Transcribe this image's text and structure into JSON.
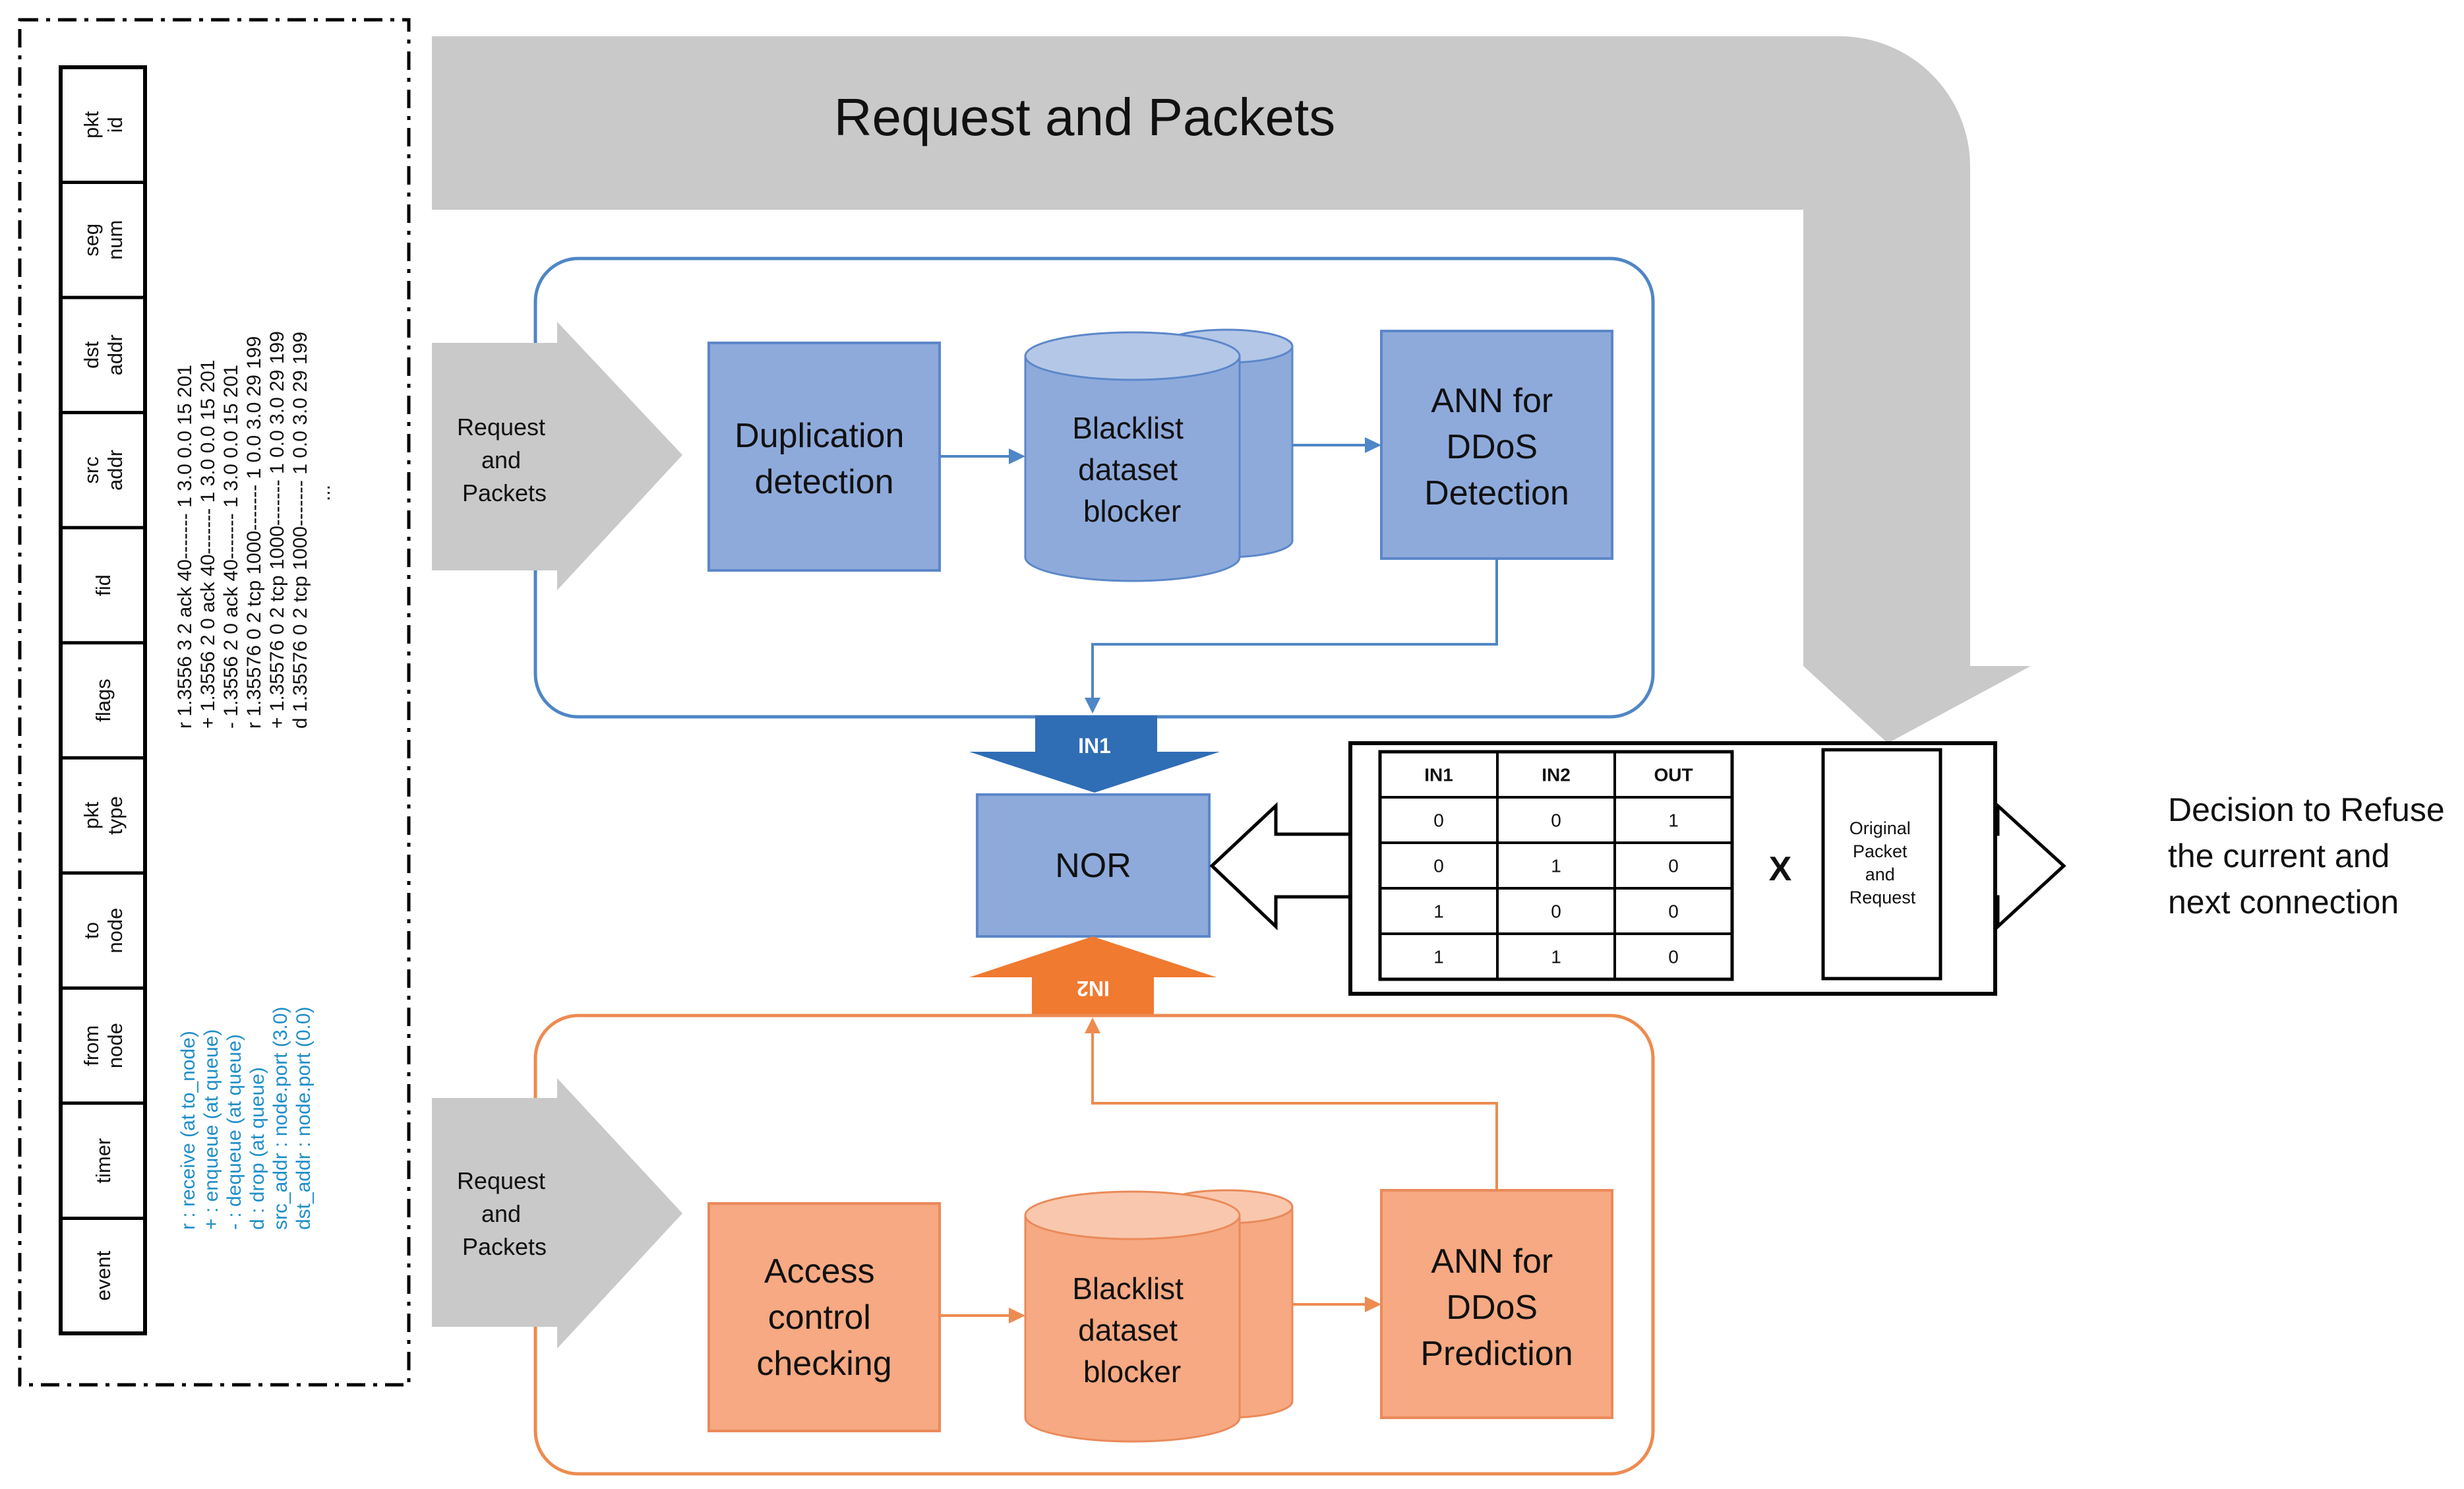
{
  "colors": {
    "blue_fill": "#8eaadb",
    "blue_stroke": "#5b87c9",
    "blue_frame": "#4f86c6",
    "blue_arrow": "#2f6db5",
    "orange_fill": "#f6a982",
    "orange_stroke": "#ea8a5a",
    "orange_frame": "#ed8b50",
    "orange_arrow": "#f07a30",
    "gray_arrow": "#c9c9c9",
    "legend_text": "#1f8ec8",
    "text": "#111111"
  },
  "banner": {
    "label": "Request and Packets"
  },
  "trace_panel": {
    "fields": [
      "pkt id",
      "seg num",
      "dst addr",
      "src addr",
      "fid",
      "flags",
      "pkt type",
      "to node",
      "from node",
      "timer",
      "event"
    ],
    "rows": [
      "r 1.3556 3 2 ack 40------- 1 3.0 0.0 15 201",
      "+ 1.3556 2 0 ack 40------- 1 3.0 0.0 15 201",
      "- 1.3556 2 0 ack 40------- 1 3.0 0.0 15 201",
      "r 1.35576 0 2 tcp 1000------- 1 0.0 3.0 29 199",
      "+ 1.35576 0 2 tcp 1000------- 1 0.0 3.0 29 199",
      "d 1.35576 0 2 tcp 1000------- 1 0.0 3.0 29 199",
      "..."
    ],
    "legend": [
      "r : receive (at to_node)",
      "+ : enqueue (at queue)",
      "- : dequeue (at queue)",
      "d : drop (at queue)",
      "src_addr : node.port (3.0)",
      "dst_addr : node.port (0.0)"
    ]
  },
  "top_pipeline": {
    "input": [
      "Request",
      "and",
      "Packets"
    ],
    "step1": [
      "Duplication",
      "detection"
    ],
    "step2": [
      "Blacklist",
      "dataset",
      "blocker"
    ],
    "step3": [
      "ANN for",
      "DDoS",
      "Detection"
    ],
    "output_label": "IN1"
  },
  "bottom_pipeline": {
    "input": [
      "Request",
      "and",
      "Packets"
    ],
    "step1": [
      "Access",
      "control",
      "checking"
    ],
    "step2": [
      "Blacklist",
      "dataset",
      "blocker"
    ],
    "step3": [
      "ANN for",
      "DDoS",
      "Prediction"
    ],
    "output_label": "IN2"
  },
  "gate": {
    "label": "NOR"
  },
  "truth_table": {
    "headers": [
      "IN1",
      "IN2",
      "OUT"
    ],
    "rows": [
      [
        "0",
        "0",
        "1"
      ],
      [
        "0",
        "1",
        "0"
      ],
      [
        "1",
        "0",
        "0"
      ],
      [
        "1",
        "1",
        "0"
      ]
    ]
  },
  "multiply_symbol": "X",
  "original_box": [
    "Original",
    "Packet",
    "and",
    "Request"
  ],
  "decision": [
    "Decision to Refuse",
    "the current and",
    "next connection"
  ]
}
